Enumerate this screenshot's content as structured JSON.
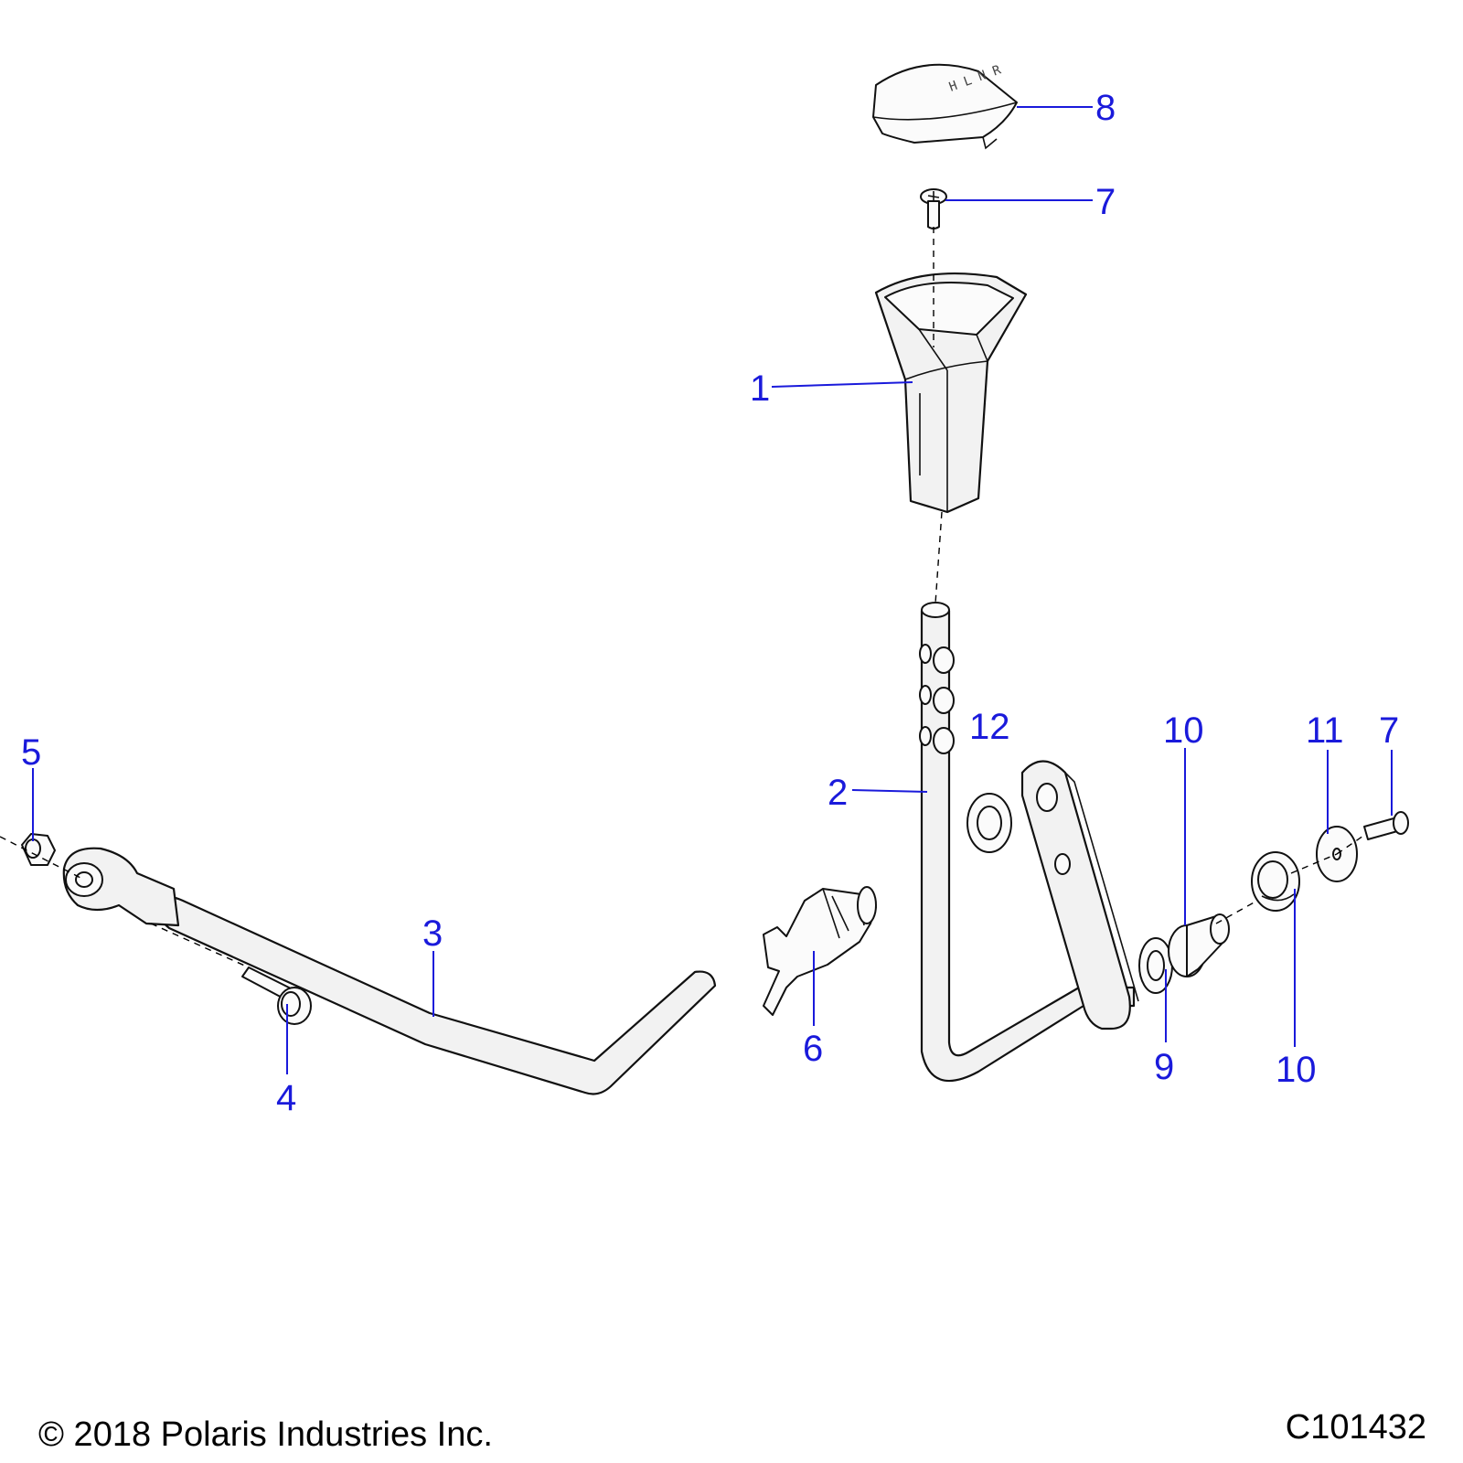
{
  "callouts": {
    "c1": "1",
    "c2": "2",
    "c3": "3",
    "c4": "4",
    "c5": "5",
    "c6": "6",
    "c7a": "7",
    "c7b": "7",
    "c8": "8",
    "c9": "9",
    "c10a": "10",
    "c10b": "10",
    "c11": "11",
    "c12": "12"
  },
  "footer": {
    "copyright": "© 2018 Polaris Industries Inc.",
    "drawing_id": "C101432"
  },
  "colors": {
    "callout": "#1a1adb",
    "line": "#111111",
    "part_fill": "#f2f2f2"
  }
}
